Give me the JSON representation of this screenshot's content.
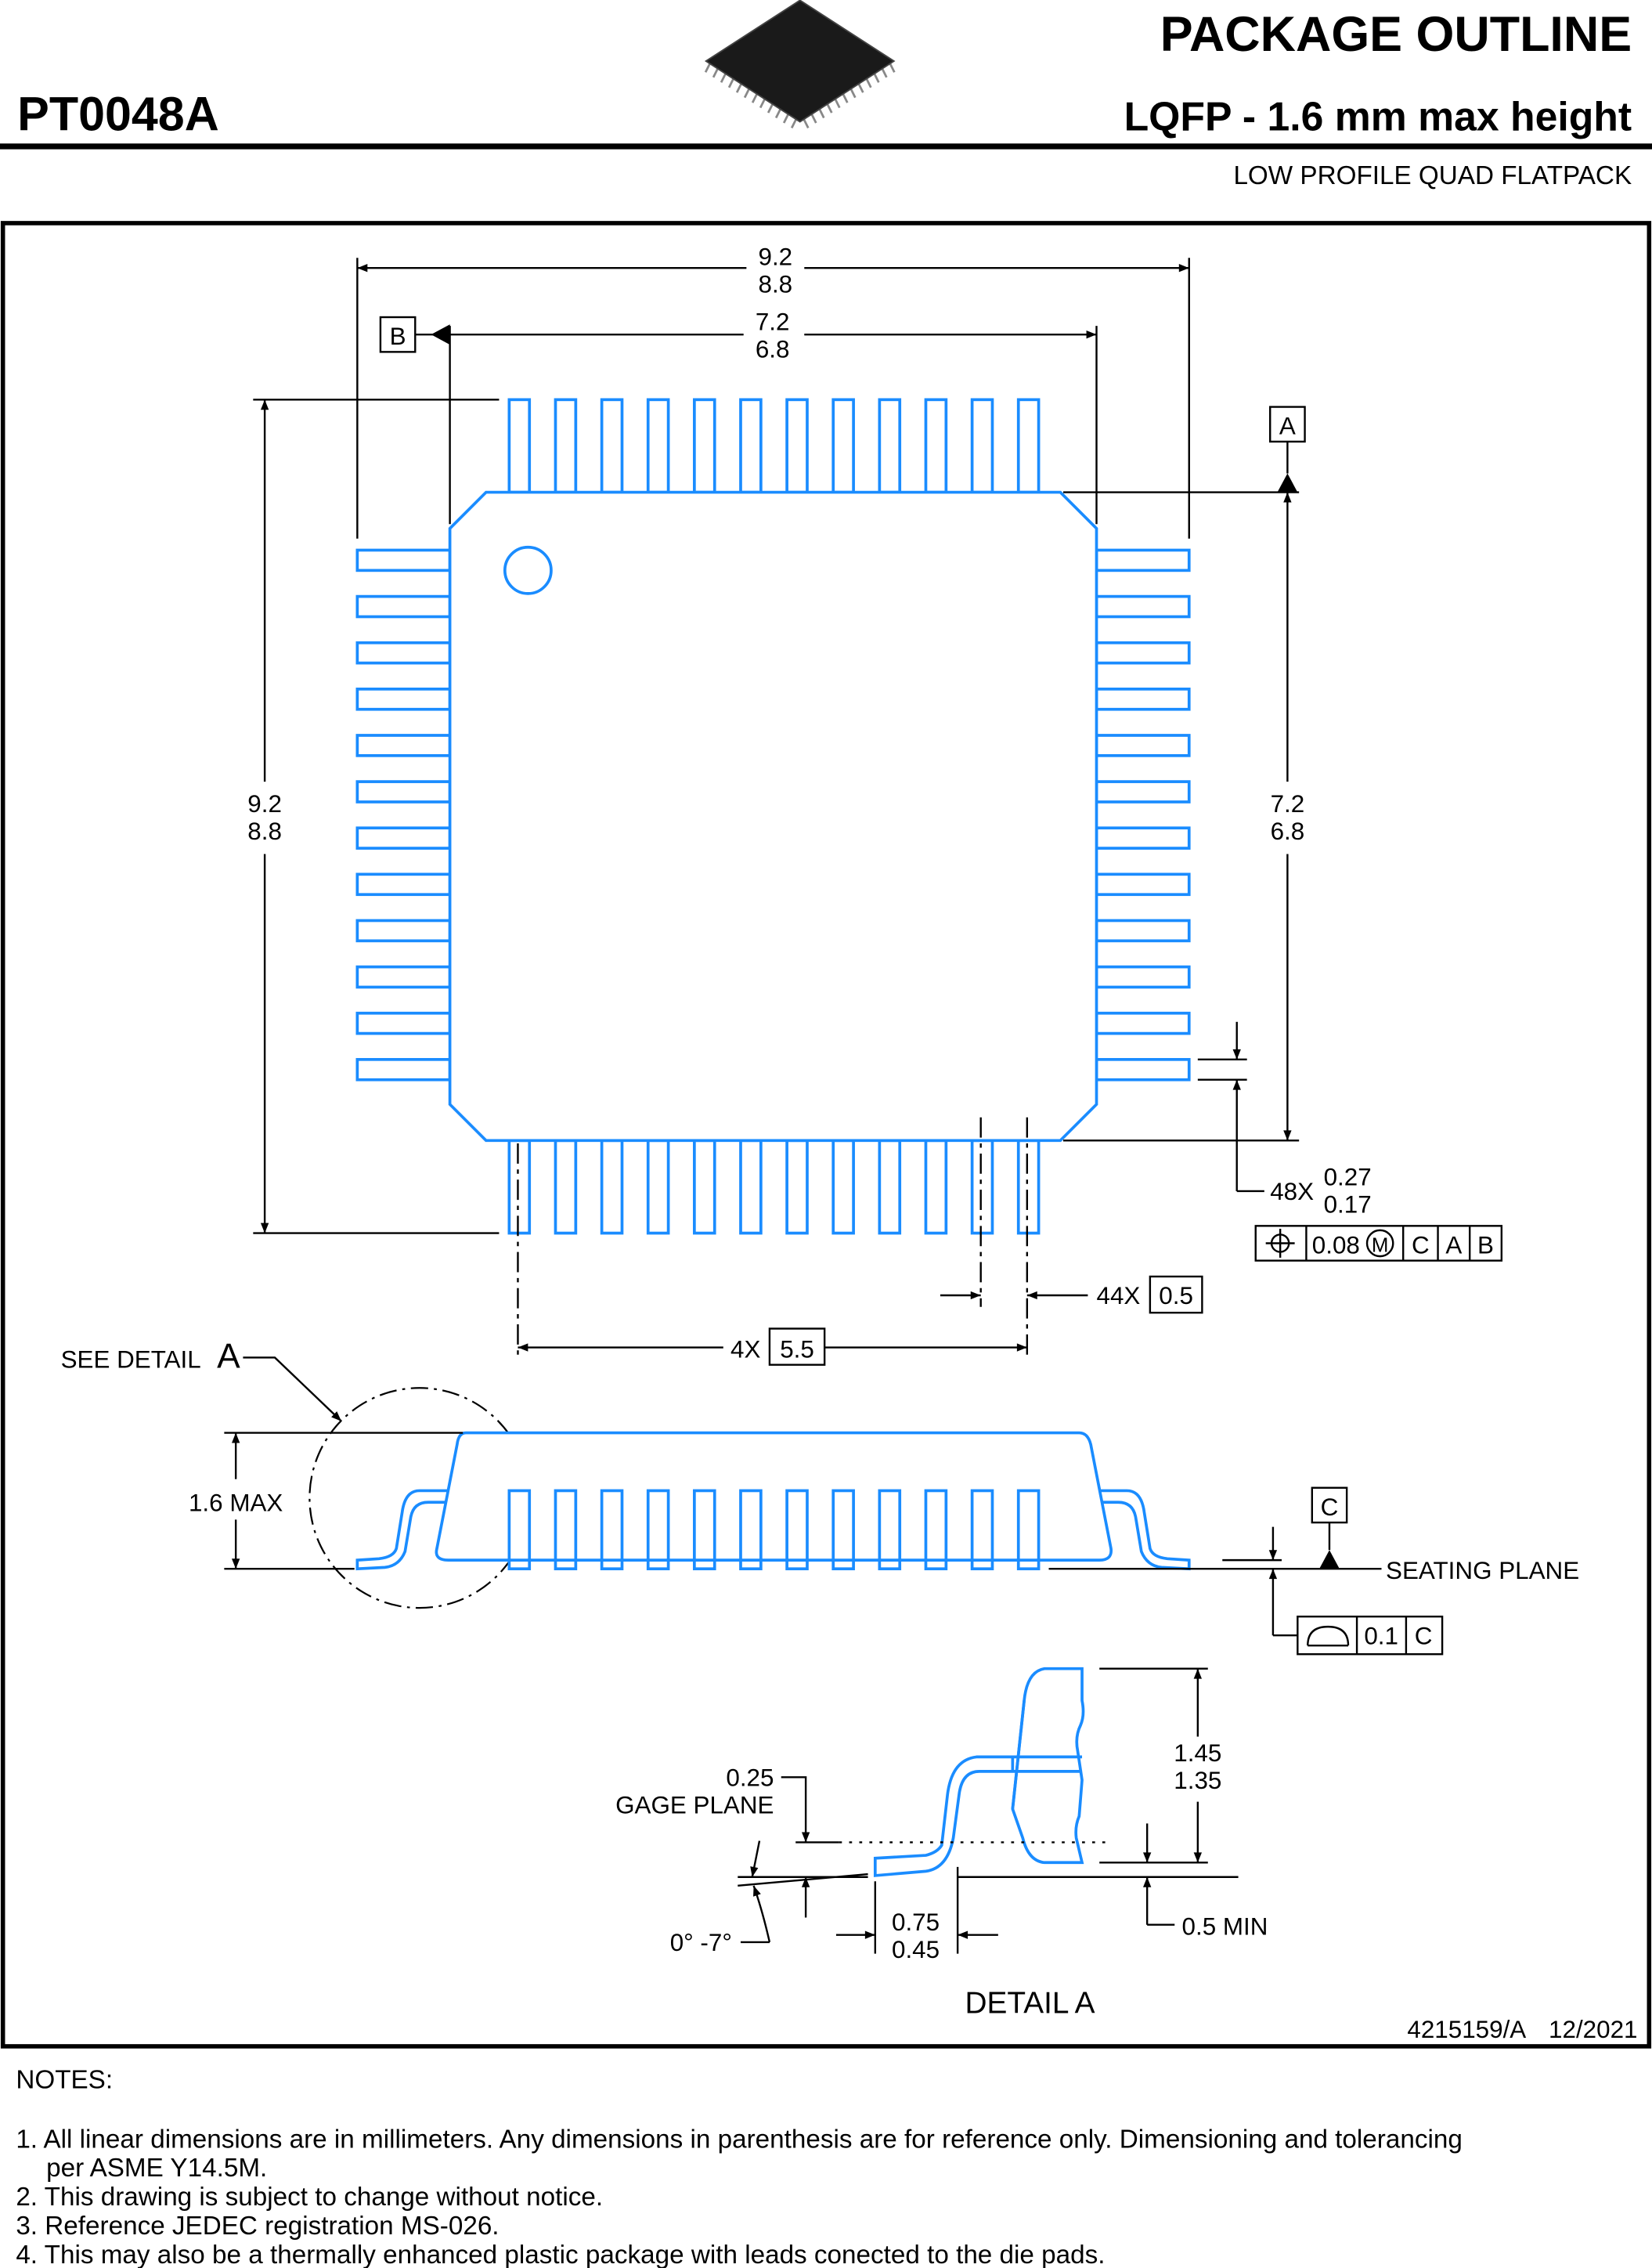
{
  "header": {
    "drawing_id": "PT0048A",
    "title": "PACKAGE OUTLINE",
    "subtitle": "LQFP - 1.6 mm max height",
    "description": "LOW PROFILE QUAD FLATPACK"
  },
  "colors": {
    "outline": "#1a8cff",
    "ink": "#000000"
  },
  "top_view": {
    "lead_count_per_side": 12,
    "overall_width": [
      "9.2",
      "8.8"
    ],
    "body_width": [
      "7.2",
      "6.8"
    ],
    "overall_height": [
      "9.2",
      "8.8"
    ],
    "body_height": [
      "7.2",
      "6.8"
    ],
    "datum_a": "A",
    "datum_b": "B",
    "lead_width_count": "48X",
    "lead_width": [
      "0.27",
      "0.17"
    ],
    "position_tolerance": {
      "symbol": "position-icon",
      "value": "0.08",
      "modifier": "M",
      "datums": [
        "C",
        "A",
        "B"
      ]
    },
    "pitch_count": "44X",
    "pitch": "0.5",
    "span_count": "4X",
    "span": "5.5",
    "see_detail": "SEE DETAIL",
    "see_detail_letter": "A"
  },
  "side_view": {
    "height_label": "1.6 MAX",
    "datum_c": "C",
    "seating_plane": "SEATING PLANE",
    "flatness": {
      "symbol": "coplanarity-icon",
      "value": "0.1",
      "datum": "C"
    }
  },
  "detail_a": {
    "title": "DETAIL A",
    "gage_value": "0.25",
    "gage_label": "GAGE PLANE",
    "standoff_height": [
      "1.45",
      "1.35"
    ],
    "foot_length": [
      "0.75",
      "0.45"
    ],
    "min_label": "0.5 MIN",
    "angle": "0° -7°"
  },
  "footer": {
    "doc_number": "4215159/A",
    "date": "12/2021"
  },
  "notes": {
    "heading": "NOTES:",
    "items": [
      "1. All linear dimensions are in millimeters. Any dimensions in parenthesis are for reference only. Dimensioning and tolerancing",
      "per ASME Y14.5M.",
      "2. This drawing is subject to change without notice.",
      "3. Reference JEDEC registration MS-026.",
      "4. This may also be a thermally enhanced plastic package with leads conected to the die pads."
    ]
  }
}
